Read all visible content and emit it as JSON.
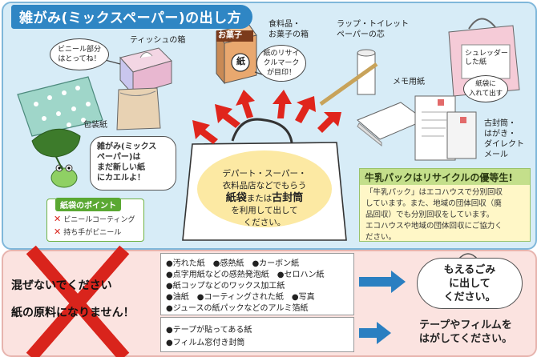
{
  "title": "雑がみ(ミックスペーパー)の出し方",
  "items": {
    "tissue_box": "ティッシュの箱",
    "tissue_bubble": [
      "ビニール部分",
      "はとってね！"
    ],
    "snack_box": [
      "食料品・",
      "お菓子の箱"
    ],
    "snack_badge": "お菓子",
    "paper_mark": "紙",
    "mark_bubble": [
      "紙のリサイ",
      "クルマーク",
      "が目印！"
    ],
    "wrap_core": [
      "ラップ・トイレット",
      "ペーパーの芯"
    ],
    "shredder_bag": [
      "シュレッダー",
      "した紙"
    ],
    "shredder_bubble": [
      "紙袋に",
      "入れて出す"
    ],
    "wrapping_paper": "包装紙",
    "memo_paper": "メモ用紙",
    "envelopes": [
      "古封筒・",
      "はがき・",
      "ダイレクト",
      "メール"
    ]
  },
  "frog_note": [
    "雑がみ(ミックス",
    "ペーパー)は",
    "まだ新しい紙",
    "にカエルよ！"
  ],
  "bag_points": {
    "heading": "紙袋のポイント",
    "items": [
      "ビニールコーティング",
      "持ち手がビニール"
    ],
    "x_icon": "✕"
  },
  "bag_text": {
    "line1": "デパート・スーパー・",
    "line2": "衣料品店などでもらう",
    "bold1": "紙袋",
    "mid": "または",
    "bold2": "古封筒",
    "line4": "を利用して出して",
    "line5": "ください。"
  },
  "milk_pack": {
    "heading": "牛乳パックはリサイクルの優等生!",
    "body": [
      "「牛乳パック」はエコハウスで分別回収",
      "しています。また、地域の団体回収（廃",
      "品回収）でも分別回収をしています。",
      "エコハウスや地域の団体回収にご協力く",
      "ださい。"
    ]
  },
  "warning": {
    "line1": "混ぜないでください",
    "line2": "紙の原料になりません！"
  },
  "no_mix_list": [
    "●汚れた紙　●感熱紙　●カーボン紙",
    "●点字用紙などの感熱発泡紙　●セロハン紙",
    "●紙コップなどのワックス加工紙",
    "●油紙　●コーティングされた紙　●写真",
    "●ジュースの紙パックなどのアルミ箔紙"
  ],
  "tape_list": [
    "●テープが貼ってある紙",
    "●フィルム窓付き封筒"
  ],
  "result_burnable": [
    "もえるごみ",
    "に出して",
    "ください。"
  ],
  "result_tape": [
    "テープやフィルムを",
    "はがしてください。"
  ],
  "colors": {
    "top_bg": "#d7ecf7",
    "bottom_bg": "#fbe3e0",
    "title_bg": "#2f86c4",
    "arrow_red": "#e0251c",
    "arrow_blue": "#2a7fc1",
    "x_red": "#d9241c",
    "milk_head": "#c4df8b"
  }
}
